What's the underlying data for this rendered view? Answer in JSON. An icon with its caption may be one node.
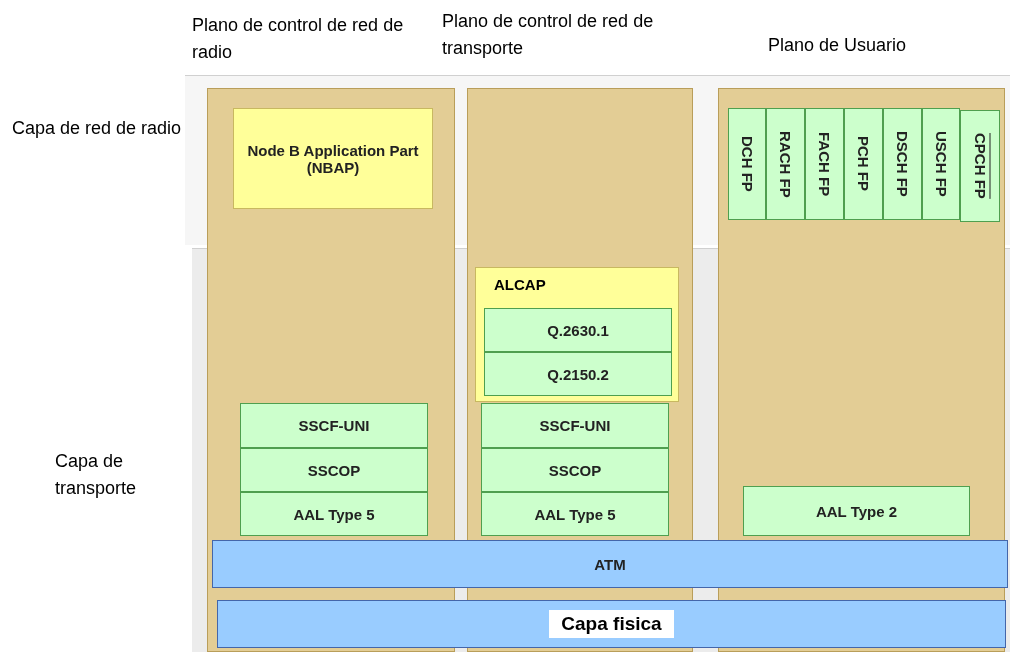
{
  "diagram": {
    "nodes": [
      {
        "text": [
          "Plano de control de red de radio"
        ]
      },
      {
        "text": [
          "Plano de control de red de transporte"
        ]
      },
      {
        "text": [
          "Plano de Usuario"
        ]
      },
      {
        "text": [
          "Node B Application Part (NBAP)"
        ],
        "in": 0
      },
      {
        "text": [
          "SSCF-UNI"
        ],
        "in": 0
      },
      {
        "text": [
          "SSCOP"
        ],
        "in": 0
      },
      {
        "text": [
          "AAL Type 5"
        ],
        "in": 0
      },
      {
        "text": [
          "ALCAP"
        ],
        "in": 1
      },
      {
        "text": [
          "Q.2630.1"
        ],
        "in": 7
      },
      {
        "text": [
          "Q.2150.2"
        ],
        "in": 7
      },
      {
        "text": [
          "SSCF-UNI"
        ],
        "in": 1
      },
      {
        "text": [
          "SSCOP"
        ],
        "in": 1
      },
      {
        "text": [
          "AAL Type 5"
        ],
        "in": 1
      },
      {
        "text": [
          "DCH FP"
        ],
        "in": 2
      },
      {
        "text": [
          "RACH FP"
        ],
        "in": 2
      },
      {
        "text": [
          "FACH FP"
        ],
        "in": 2
      },
      {
        "text": [
          "PCH FP"
        ],
        "in": 2
      },
      {
        "text": [
          "DSCH FP"
        ],
        "in": 2
      },
      {
        "text": [
          "USCH FP"
        ],
        "in": 2
      },
      {
        "text": [
          "CPCH FP"
        ],
        "in": 2
      },
      {
        "text": [
          "AAL Type 2"
        ],
        "in": 2
      },
      {
        "text": [
          "ATM"
        ]
      },
      {
        "text": [
          "Capa fisica"
        ]
      }
    ],
    "labels": [
      "Capa de red de radio",
      "Capa de transporte"
    ]
  }
}
